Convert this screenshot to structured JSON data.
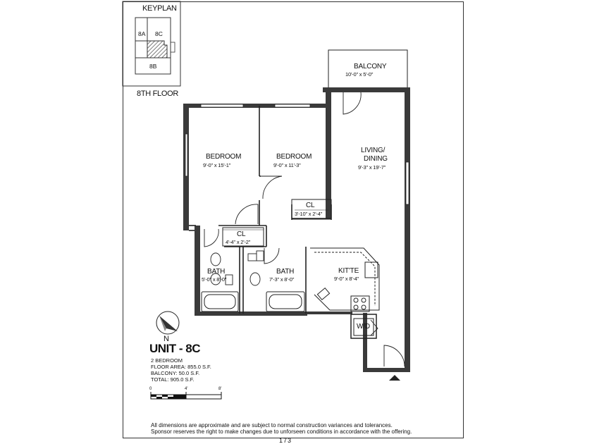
{
  "keyplan": {
    "title": "KEYPLAN",
    "units": [
      "8A",
      "8C",
      "8B"
    ],
    "floor_label": "8TH FLOOR"
  },
  "rooms": {
    "balcony": {
      "name": "BALCONY",
      "dims": "10'-0\" x 5'-0\""
    },
    "bedroom1": {
      "name": "BEDROOM",
      "dims": "9'-0\" x 15'-1\""
    },
    "bedroom2": {
      "name": "BEDROOM",
      "dims": "9'-0\" x 11'-3\""
    },
    "living": {
      "name_line1": "LIVING/",
      "name_line2": "DINING",
      "dims": "9'-3\" x 19'-7\""
    },
    "closet1": {
      "name": "CL",
      "dims": "3'-10\" x 2'-4\""
    },
    "closet2": {
      "name": "CL",
      "dims": "4'-4\" x 2'-2\""
    },
    "bath1": {
      "name": "BATH",
      "dims": "5'-0\" x 8'-0\""
    },
    "bath2": {
      "name": "BATH",
      "dims": "7'-3\" x 8'-0\""
    },
    "kitchen": {
      "name": "KIT'TE",
      "dims": "9'-0\" x 8'-4\""
    },
    "wd": {
      "name": "W/D"
    }
  },
  "unit": {
    "title": "UNIT - 8C",
    "type": "2 BEDROOM",
    "floor_area": "FLOOR AREA: 855.0 S.F.",
    "balcony_area": "BALCONY: 50.0 S.F.",
    "total": "TOTAL: 905.0 S.F."
  },
  "scale": {
    "labels": [
      "0",
      "4'",
      "8'"
    ]
  },
  "compass": {
    "label": "N"
  },
  "disclaimer": {
    "line1": "All dimensions are approximate and are subject to normal construction variances and tolerances.",
    "line2": "Sponsor reserves the right to make changes due to unforseen conditions in accordance with the offering."
  },
  "page_number": "173",
  "colors": {
    "wall": "#3a3a3a",
    "line": "#222222",
    "hatch": "#555555"
  }
}
